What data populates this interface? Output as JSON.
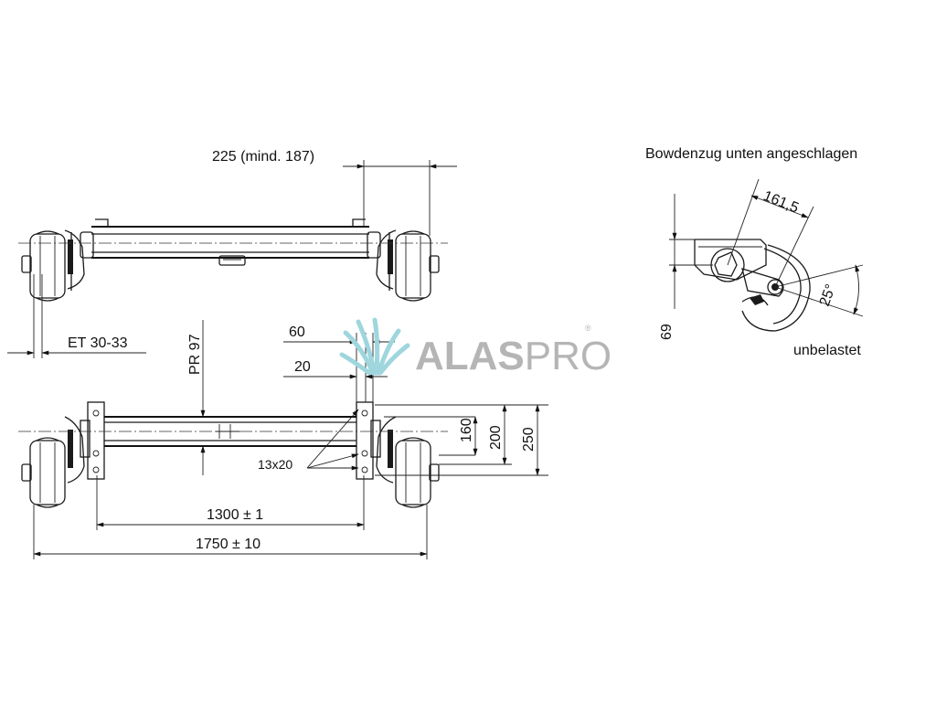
{
  "top_view": {
    "dim_225": "225 (mind. 187)",
    "dim_et": "ET  30-33"
  },
  "bottom_view": {
    "dim_60": "60",
    "dim_20": "20",
    "dim_pr": "PR 97",
    "dim_160": "160",
    "dim_200": "200",
    "dim_250": "250",
    "dim_holes": "13x20",
    "dim_1300": "1300 ± 1",
    "dim_1750": "1750 ± 10"
  },
  "side_view": {
    "caption_top": "Bowdenzug unten angeschlagen",
    "dim_161": "161,5",
    "dim_25": "25°",
    "dim_69": "69",
    "caption_bottom": "unbelastet"
  },
  "watermark": {
    "brand_bold": "ALAS",
    "brand_light": "PRO",
    "registered": "®",
    "color": "#b5b5b5",
    "accent_color": "#9fd6de"
  }
}
